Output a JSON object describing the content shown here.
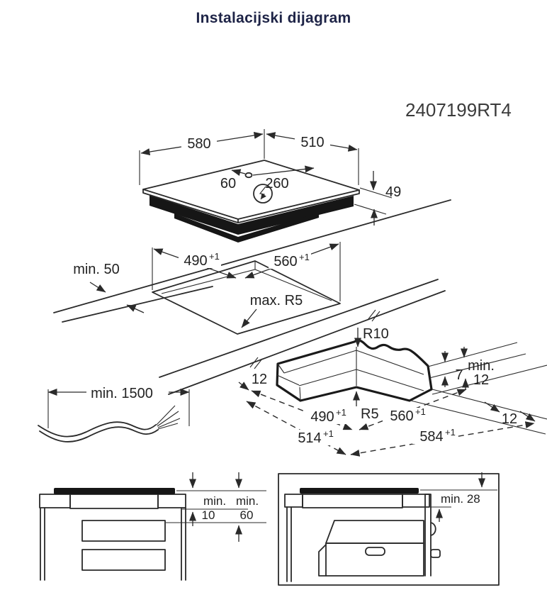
{
  "page": {
    "title": "Instalacijski dijagram",
    "model": "2407199RT4",
    "background_color": "#ffffff",
    "line_color": "#2a2a2a",
    "title_color": "#1e2447"
  },
  "hob_view": {
    "width": "580",
    "depth": "510",
    "connection_offset_left": "60",
    "connection_offset_right": "260",
    "height": "49",
    "power_icon": "lightning-bolt-in-circle"
  },
  "cutout_view": {
    "rear_clearance": "min. 50",
    "width": "490",
    "width_tol": "+1",
    "depth": "560",
    "depth_tol": "+1",
    "corner_radius": "max. R5"
  },
  "corner_view": {
    "top_radius": "R10",
    "bottom_radius": "R5",
    "left_offset": "12",
    "step_height": "7",
    "min_word": "min.",
    "min_value": "12",
    "right_offset": "12",
    "inner_width": "490",
    "inner_width_tol": "+1",
    "inner_depth": "560",
    "inner_depth_tol": "+1",
    "outer_width": "514",
    "outer_width_tol": "+1",
    "outer_depth": "584",
    "outer_depth_tol": "+1"
  },
  "cable_view": {
    "length": "min. 1500"
  },
  "drawer_section_view": {
    "min_word_top": "min.",
    "top_gap": "10",
    "min_word_bottom": "min.",
    "bottom_gap": "60"
  },
  "oven_section_view": {
    "clearance": "min. 28"
  }
}
